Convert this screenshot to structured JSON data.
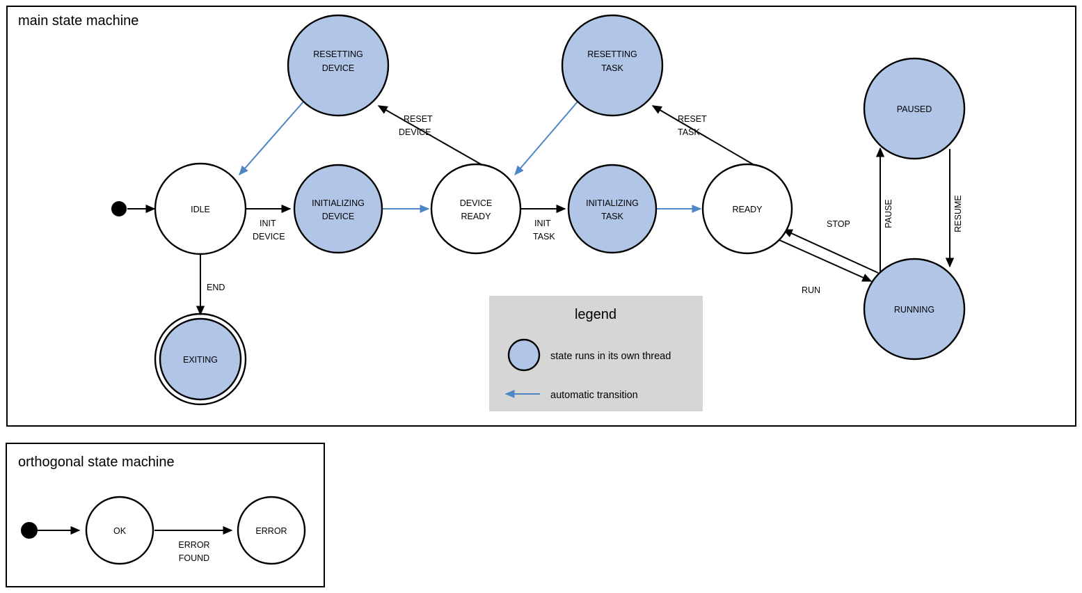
{
  "diagram": {
    "type": "state-machine",
    "frames": [
      {
        "id": "main",
        "title": "main state machine"
      },
      {
        "id": "orthogonal",
        "title": "orthogonal state machine"
      }
    ],
    "colors": {
      "thread_state_fill": "#b1c5e7",
      "plain_state_fill": "#ffffff",
      "stroke": "#000000",
      "automatic_transition": "#4d86c4",
      "legend_background": "#d6d6d6"
    },
    "main_states": [
      {
        "id": "idle",
        "label": "IDLE",
        "label_line1": "IDLE",
        "label_line2": "",
        "thread": false,
        "final": false
      },
      {
        "id": "initializing_device",
        "label": "INITIALIZING DEVICE",
        "label_line1": "INITIALIZING",
        "label_line2": "DEVICE",
        "thread": true,
        "final": false
      },
      {
        "id": "device_ready",
        "label": "DEVICE READY",
        "label_line1": "DEVICE",
        "label_line2": "READY",
        "thread": false,
        "final": false
      },
      {
        "id": "initializing_task",
        "label": "INITIALIZING TASK",
        "label_line1": "INITIALIZING",
        "label_line2": "TASK",
        "thread": true,
        "final": false
      },
      {
        "id": "ready",
        "label": "READY",
        "label_line1": "READY",
        "label_line2": "",
        "thread": false,
        "final": false
      },
      {
        "id": "resetting_device",
        "label": "RESETTING DEVICE",
        "label_line1": "RESETTING",
        "label_line2": "DEVICE",
        "thread": true,
        "final": false
      },
      {
        "id": "resetting_task",
        "label": "RESETTING TASK",
        "label_line1": "RESETTING",
        "label_line2": "TASK",
        "thread": true,
        "final": false
      },
      {
        "id": "paused",
        "label": "PAUSED",
        "label_line1": "PAUSED",
        "label_line2": "",
        "thread": true,
        "final": false
      },
      {
        "id": "running",
        "label": "RUNNING",
        "label_line1": "RUNNING",
        "label_line2": "",
        "thread": true,
        "final": false
      },
      {
        "id": "exiting",
        "label": "EXITING",
        "label_line1": "EXITING",
        "label_line2": "",
        "thread": true,
        "final": true
      }
    ],
    "main_transitions": [
      {
        "from": "start",
        "to": "idle",
        "label_line1": "",
        "label_line2": "",
        "automatic": false
      },
      {
        "from": "idle",
        "to": "initializing_device",
        "label_line1": "INIT",
        "label_line2": "DEVICE",
        "automatic": false
      },
      {
        "from": "initializing_device",
        "to": "device_ready",
        "label_line1": "",
        "label_line2": "",
        "automatic": true
      },
      {
        "from": "device_ready",
        "to": "resetting_device",
        "label_line1": "RESET",
        "label_line2": "DEVICE",
        "automatic": false
      },
      {
        "from": "resetting_device",
        "to": "idle",
        "label_line1": "",
        "label_line2": "",
        "automatic": true
      },
      {
        "from": "device_ready",
        "to": "initializing_task",
        "label_line1": "INIT",
        "label_line2": "TASK",
        "automatic": false
      },
      {
        "from": "initializing_task",
        "to": "ready",
        "label_line1": "",
        "label_line2": "",
        "automatic": true
      },
      {
        "from": "ready",
        "to": "resetting_task",
        "label_line1": "RESET",
        "label_line2": "TASK",
        "automatic": false
      },
      {
        "from": "resetting_task",
        "to": "device_ready",
        "label_line1": "",
        "label_line2": "",
        "automatic": true
      },
      {
        "from": "ready",
        "to": "running",
        "label_line1": "RUN",
        "label_line2": "",
        "automatic": false
      },
      {
        "from": "running",
        "to": "ready",
        "label_line1": "STOP",
        "label_line2": "",
        "automatic": false
      },
      {
        "from": "running",
        "to": "paused",
        "label_line1": "PAUSE",
        "label_line2": "",
        "automatic": false
      },
      {
        "from": "paused",
        "to": "running",
        "label_line1": "RESUME",
        "label_line2": "",
        "automatic": false
      },
      {
        "from": "idle",
        "to": "exiting",
        "label_line1": "END",
        "label_line2": "",
        "automatic": false
      }
    ],
    "orthogonal_states": [
      {
        "id": "ok",
        "label": "OK"
      },
      {
        "id": "error",
        "label": "ERROR"
      }
    ],
    "orthogonal_transitions": [
      {
        "from": "start",
        "to": "ok",
        "label_line1": "",
        "label_line2": ""
      },
      {
        "from": "ok",
        "to": "error",
        "label_line1": "ERROR",
        "label_line2": "FOUND"
      }
    ],
    "legend": {
      "title": "legend",
      "items": [
        {
          "icon": "blue-circle-swatch",
          "label": "state runs in its own thread"
        },
        {
          "icon": "blue-arrow-swatch",
          "label": "automatic transition"
        }
      ]
    }
  }
}
